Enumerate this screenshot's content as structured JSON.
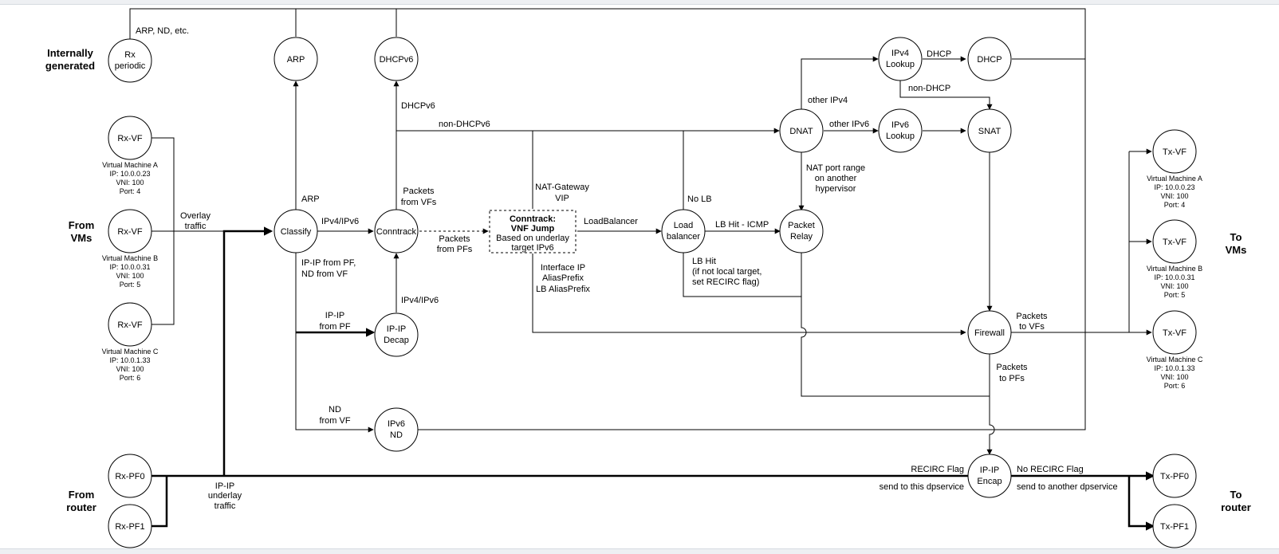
{
  "sections": {
    "internal": [
      "Internally",
      "generated"
    ],
    "from_vms": [
      "From",
      "VMs"
    ],
    "from_router": [
      "From",
      "router"
    ],
    "to_vms": [
      "To",
      "VMs"
    ],
    "to_router": [
      "To",
      "router"
    ]
  },
  "nodes": {
    "rx_periodic": [
      "Rx",
      "periodic"
    ],
    "rx_vf": "Rx-VF",
    "rx_pf0": "Rx-PF0",
    "rx_pf1": "Rx-PF1",
    "arp": "ARP",
    "dhcpv6": "DHCPv6",
    "classify": "Classify",
    "conntrack": "Conntrack",
    "ipip_decap": [
      "IP-IP",
      "Decap"
    ],
    "ipv6_nd": [
      "IPv6",
      "ND"
    ],
    "vnf_jump": [
      "Conntrack:",
      "VNF Jump",
      "Based on underlay",
      "target IPv6"
    ],
    "load_balancer": [
      "Load",
      "balancer"
    ],
    "packet_relay": [
      "Packet",
      "Relay"
    ],
    "dnat": "DNAT",
    "ipv4_lookup": [
      "IPv4",
      "Lookup"
    ],
    "ipv6_lookup": [
      "IPv6",
      "Lookup"
    ],
    "dhcp": "DHCP",
    "snat": "SNAT",
    "firewall": "Firewall",
    "ipip_encap": [
      "IP-IP",
      "Encap"
    ],
    "tx_vf": "Tx-VF",
    "tx_pf0": "Tx-PF0",
    "tx_pf1": "Tx-PF1"
  },
  "vms": [
    [
      "Virtual Machine A",
      "IP: 10.0.0.23",
      "VNI: 100",
      "Port: 4"
    ],
    [
      "Virtual Machine B",
      "IP: 10.0.0.31",
      "VNI: 100",
      "Port: 5"
    ],
    [
      "Virtual Machine C",
      "IP: 10.0.1.33",
      "VNI: 100",
      "Port: 6"
    ]
  ],
  "edges": {
    "arp_nd": "ARP, ND, etc.",
    "overlay": [
      "Overlay",
      "traffic"
    ],
    "ipip_underlay": [
      "IP-IP",
      "underlay",
      "traffic"
    ],
    "arp": "ARP",
    "ipv4_ipv6": "IPv4/IPv6",
    "ipip_pf_nd_vf": [
      "IP-IP from PF,",
      "ND from VF"
    ],
    "ipip_from_pf": [
      "IP-IP",
      "from PF"
    ],
    "nd_from_vf": [
      "ND",
      "from VF"
    ],
    "dhcpv6": "DHCPv6",
    "non_dhcpv6": "non-DHCPv6",
    "packets_from_vfs": [
      "Packets",
      "from VFs"
    ],
    "packets_from_pfs": [
      "Packets",
      "from PFs"
    ],
    "decap_ipv4_ipv6": "IPv4/IPv6",
    "nat_gateway": [
      "NAT-Gateway",
      "VIP"
    ],
    "loadbalancer": "LoadBalancer",
    "interface_ip": [
      "Interface IP",
      "AliasPrefix",
      "LB AliasPrefix"
    ],
    "no_lb": "No LB",
    "lb_hit_icmp": "LB Hit - ICMP",
    "lb_hit": [
      "LB Hit",
      "(if not local target,",
      "set RECIRC flag)"
    ],
    "other_ipv4": "other IPv4",
    "other_ipv6": "other IPv6",
    "nat_port_range": [
      "NAT port range",
      "on another",
      "hypervisor"
    ],
    "dhcp": "DHCP",
    "non_dhcp": "non-DHCP",
    "packets_to_vfs": [
      "Packets",
      "to VFs"
    ],
    "packets_to_pfs": [
      "Packets",
      "to PFs"
    ],
    "recirc_flag": "RECIRC Flag",
    "send_this": "send to this dpservice",
    "no_recirc_flag": "No RECIRC Flag",
    "send_another": "send to another dpservice"
  }
}
